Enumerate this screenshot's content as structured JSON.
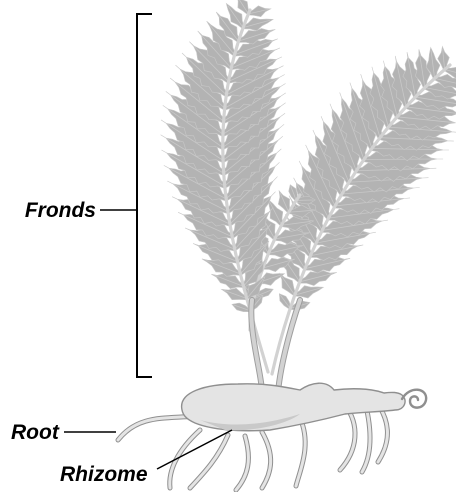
{
  "labels": {
    "fronds": "Fronds",
    "root": "Root",
    "rhizome": "Rhizome"
  },
  "colors": {
    "foliage": "#b3b3b3",
    "foliage_light": "#c8c8c8",
    "stem": "#d2d2d2",
    "stem_outline": "#9e9e9e",
    "rhizome_fill": "#e4e4e4",
    "rhizome_shade": "#c9c9c9",
    "rhizome_outline": "#8f8f8f",
    "line": "#000000"
  }
}
